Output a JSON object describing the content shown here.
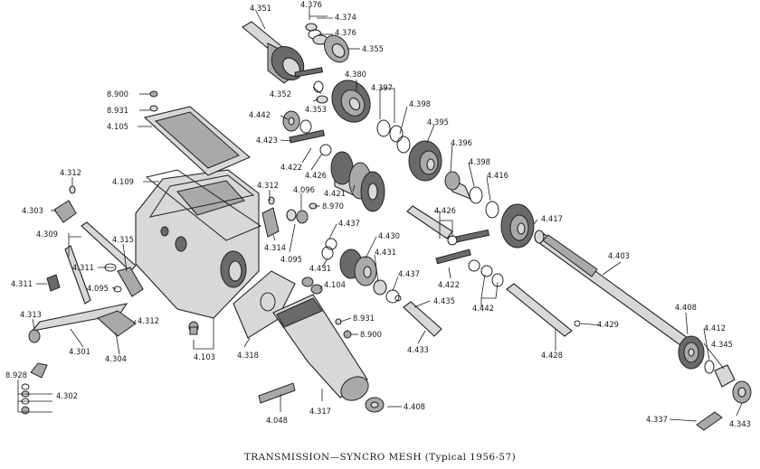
{
  "caption": "TRANSMISSION—SYNCRO MESH (Typical 1956-57)",
  "parts": [
    {
      "id": "4.351"
    },
    {
      "id": "4.376"
    },
    {
      "id": "4.374"
    },
    {
      "id": "4.376"
    },
    {
      "id": "4.355"
    },
    {
      "id": "4.380"
    },
    {
      "id": "4.352"
    },
    {
      "id": "4.353"
    },
    {
      "id": "4.397"
    },
    {
      "id": "4.398"
    },
    {
      "id": "4.395"
    },
    {
      "id": "4.442"
    },
    {
      "id": "4.423"
    },
    {
      "id": "4.422"
    },
    {
      "id": "4.426"
    },
    {
      "id": "4.396"
    },
    {
      "id": "4.398"
    },
    {
      "id": "4.416"
    },
    {
      "id": "4.421"
    },
    {
      "id": "4.096"
    },
    {
      "id": "8.970"
    },
    {
      "id": "4.417"
    },
    {
      "id": "4.426"
    },
    {
      "id": "4.437"
    },
    {
      "id": "4.430"
    },
    {
      "id": "4.431"
    },
    {
      "id": "4.431"
    },
    {
      "id": "4.437"
    },
    {
      "id": "4.104"
    },
    {
      "id": "4.435"
    },
    {
      "id": "4.422"
    },
    {
      "id": "4.442"
    },
    {
      "id": "4.403"
    },
    {
      "id": "4.408"
    },
    {
      "id": "4.412"
    },
    {
      "id": "4.345"
    },
    {
      "id": "4.429"
    },
    {
      "id": "4.428"
    },
    {
      "id": "4.433"
    },
    {
      "id": "8.931"
    },
    {
      "id": "8.900"
    },
    {
      "id": "4.408"
    },
    {
      "id": "4.337"
    },
    {
      "id": "4.343"
    },
    {
      "id": "8.900"
    },
    {
      "id": "8.931"
    },
    {
      "id": "4.105"
    },
    {
      "id": "4.109"
    },
    {
      "id": "4.312"
    },
    {
      "id": "4.303"
    },
    {
      "id": "4.309"
    },
    {
      "id": "4.315"
    },
    {
      "id": "4.311"
    },
    {
      "id": "4.311"
    },
    {
      "id": "4.095"
    },
    {
      "id": "4.312"
    },
    {
      "id": "4.314"
    },
    {
      "id": "4.095"
    },
    {
      "id": "4.313"
    },
    {
      "id": "4.301"
    },
    {
      "id": "4.304"
    },
    {
      "id": "4.312"
    },
    {
      "id": "4.103"
    },
    {
      "id": "4.318"
    },
    {
      "id": "4.317"
    },
    {
      "id": "4.048"
    },
    {
      "id": "8.928"
    },
    {
      "id": "4.302"
    }
  ]
}
